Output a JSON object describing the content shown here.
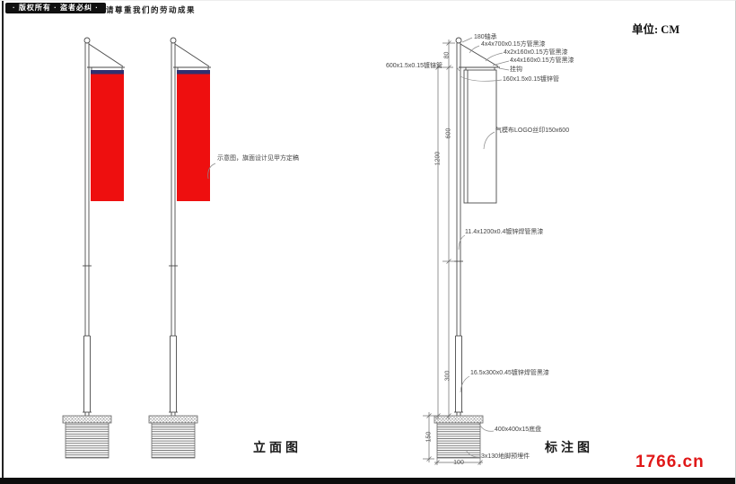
{
  "header": {
    "badge": "· 版权所有 · 盗者必纠 ·",
    "slogan": "请尊重我们的劳动成果",
    "unit": "单位: CM"
  },
  "views": {
    "elevation": {
      "caption": "立面图",
      "note": "示意图，旗面设计见甲方定稿"
    },
    "annotation": {
      "caption": "标注图"
    }
  },
  "callouts": {
    "bearing": "180轴承",
    "arm_long": "4x4x700x0.15方管黑漆",
    "arm_mid": "4x2x160x0.15方管黑漆",
    "arm_short": "4x4x160x0.15方管黑漆",
    "hook": "挂钩",
    "top_tube": "160x1.5x0.15镀锌管",
    "left_tube": "600x1.5x0.15镀锌管",
    "flag_fabric": "气模布LOGO丝印150x600",
    "main_pole": "11.4x1200x0.4镀锌焊管黑漆",
    "lower_pole": "16.5x300x0.45镀锌焊管黑漆",
    "base_plate": "400x400x15底盘",
    "anchor": "3x130地脚预埋件"
  },
  "dimensions": {
    "d80": "80",
    "d600": "600",
    "d1200": "1200",
    "d300": "300",
    "d150": "150",
    "d100": "100"
  },
  "watermark": "1766.cn",
  "colors": {
    "flag_red": "#ee0f0f",
    "flag_trim_navy": "#303070",
    "watermark_red": "#e01818",
    "line": "#4a4a4a"
  }
}
